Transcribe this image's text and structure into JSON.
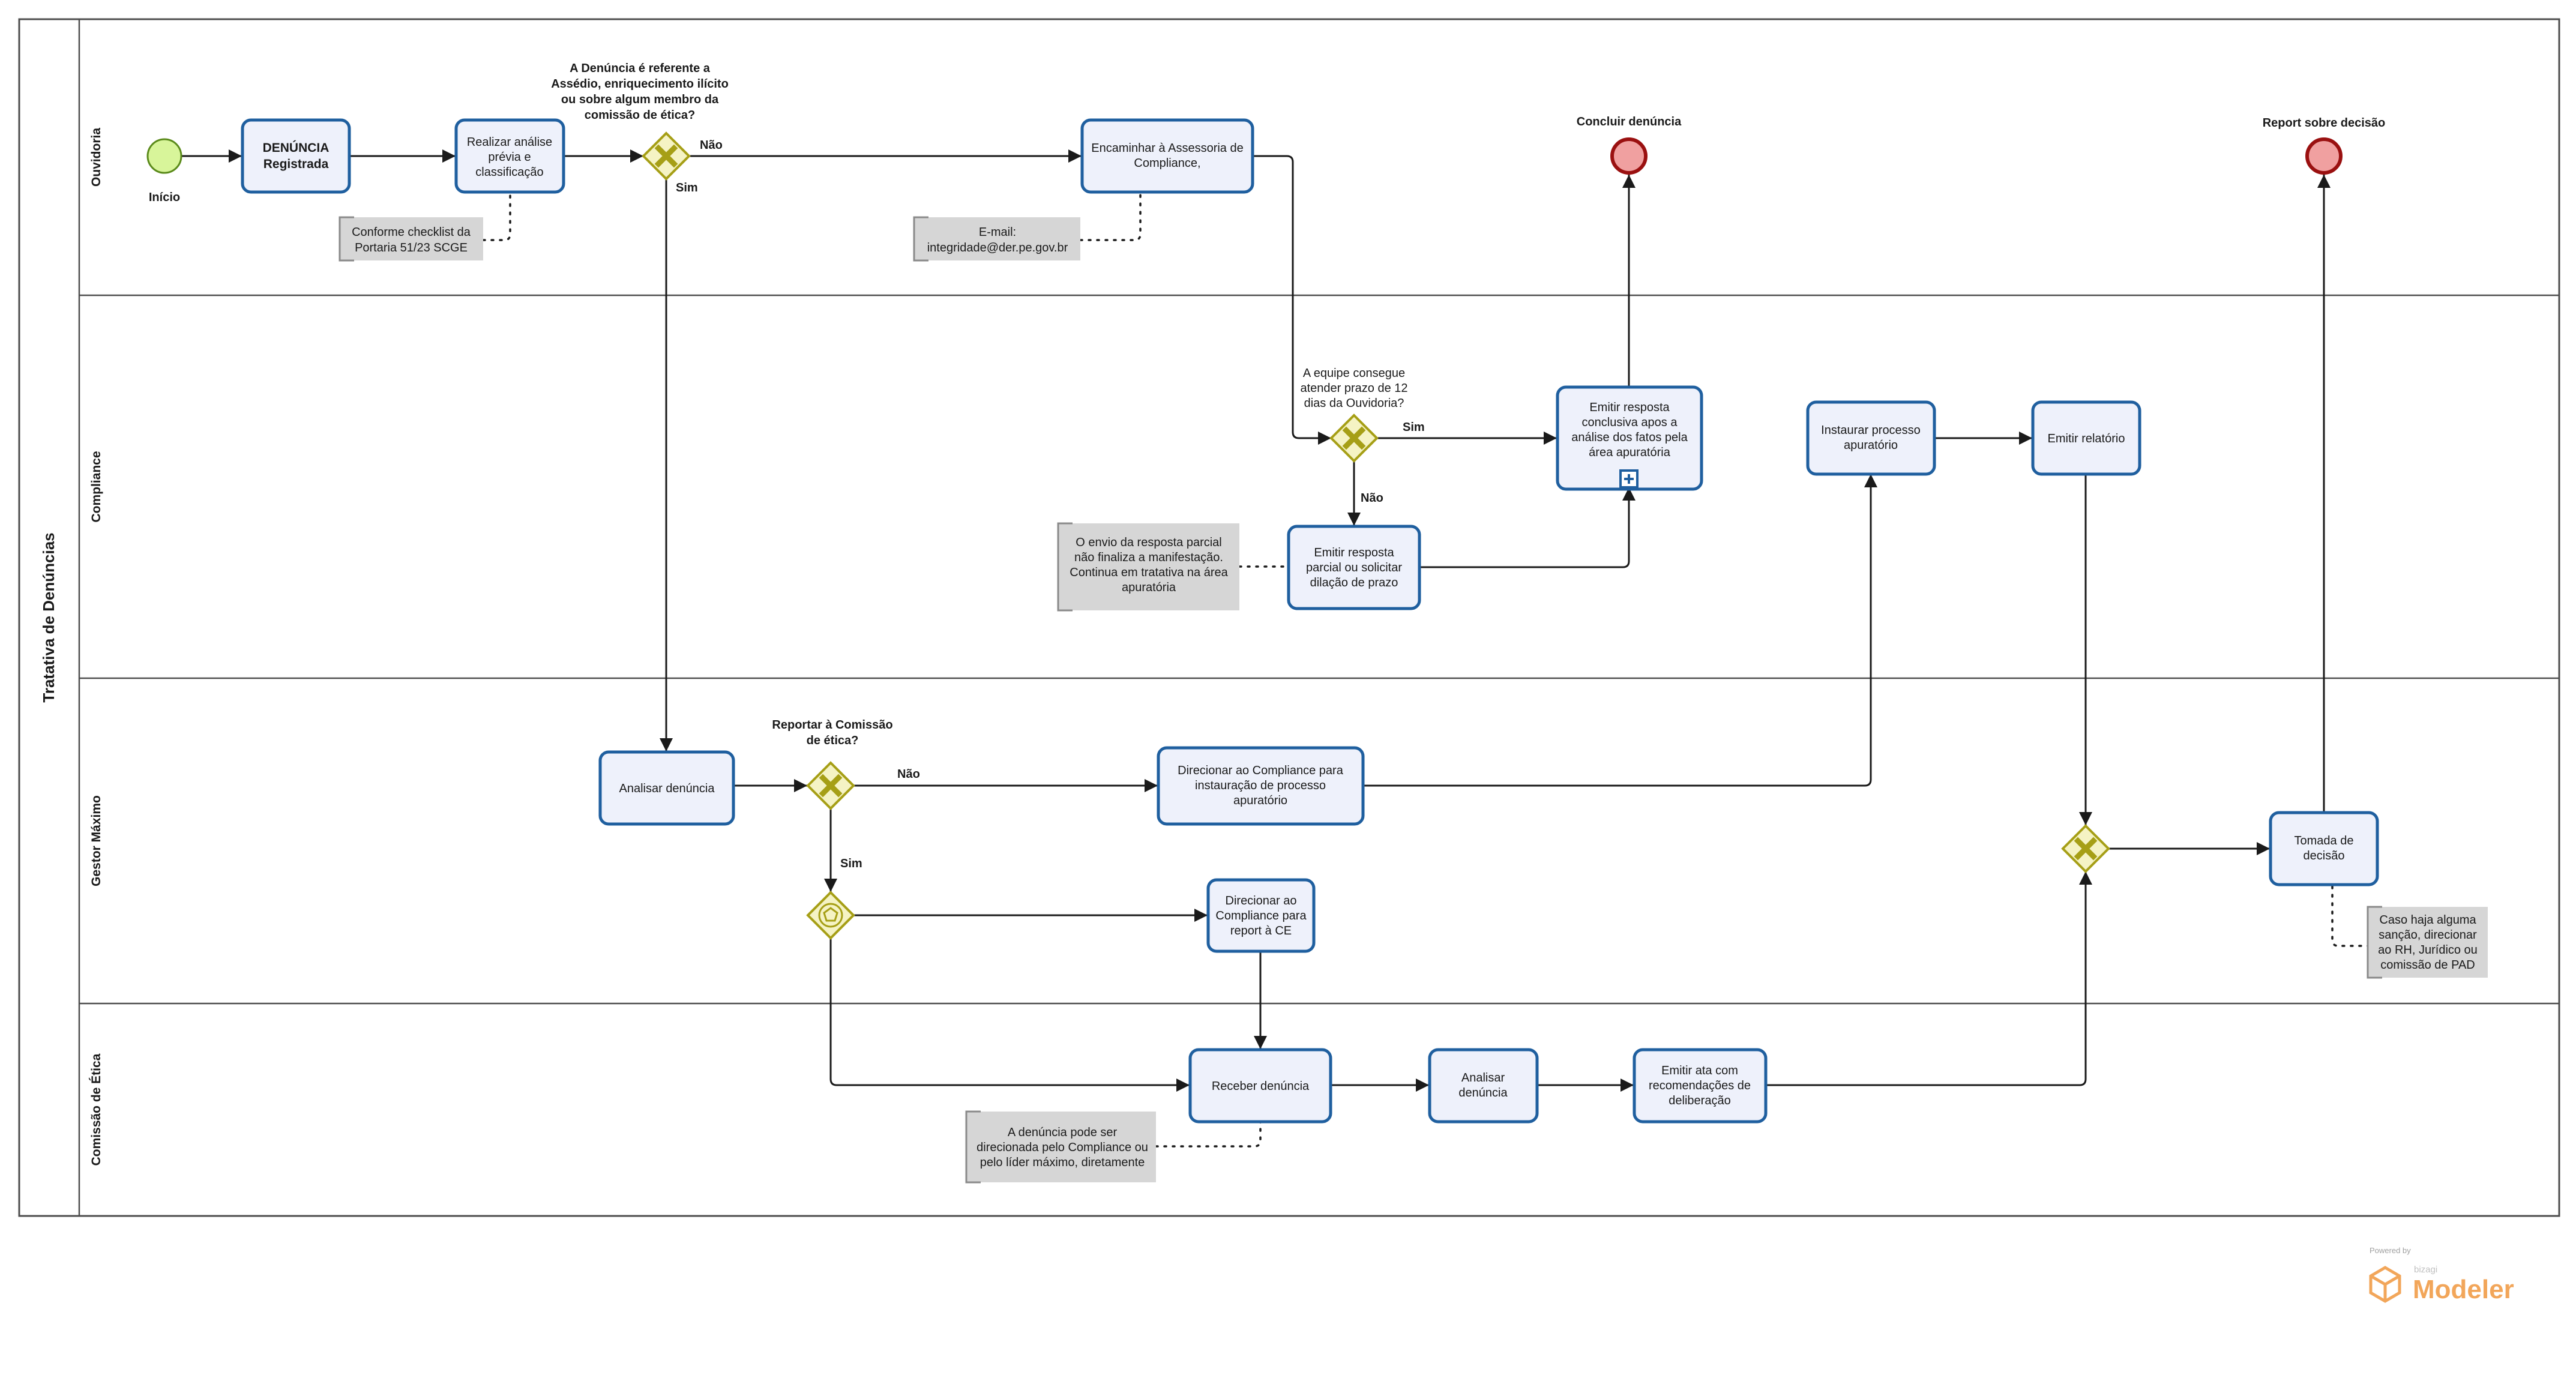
{
  "pool": {
    "title": "Tratativa de Denúncias"
  },
  "lanes": [
    {
      "id": "ouvidoria",
      "label": "Ouvidoria"
    },
    {
      "id": "compliance",
      "label": "Compliance"
    },
    {
      "id": "gestor",
      "label": "Gestor Máximo"
    },
    {
      "id": "etica",
      "label": "Comissão de Ética"
    }
  ],
  "events": {
    "start": {
      "label": "Início",
      "color": "#d8f59a",
      "stroke": "#5a8a1a"
    },
    "end1": {
      "label": "Concluir denúncia",
      "color": "#f0a0a0",
      "stroke": "#9a1010"
    },
    "end2": {
      "label": "Report sobre decisão",
      "color": "#f0a0a0",
      "stroke": "#9a1010"
    }
  },
  "tasks": {
    "t1": [
      "DENÚNCIA",
      "Registrada"
    ],
    "t2": [
      "Realizar análise",
      "prévia e",
      "classificação"
    ],
    "t3": [
      "Encaminhar à Assessoria de",
      "Compliance,"
    ],
    "t4": [
      "Emitir resposta",
      "conclusiva apos a",
      "análise dos fatos pela",
      "área apuratória"
    ],
    "t5": [
      "Emitir resposta",
      "parcial ou solicitar",
      "dilação de prazo"
    ],
    "t6": [
      "Instaurar processo",
      "apuratório"
    ],
    "t7": [
      "Emitir relatório"
    ],
    "t8": [
      "Analisar denúncia"
    ],
    "t9": [
      "Direcionar ao Compliance para",
      "instauração de processo",
      "apuratório"
    ],
    "t10": [
      "Direcionar ao",
      "Compliance para",
      "report à CE"
    ],
    "t11": [
      "Tomada de",
      "decisão"
    ],
    "t12": [
      "Receber denúncia"
    ],
    "t13": [
      "Analisar",
      "denúncia"
    ],
    "t14": [
      "Emitir ata com",
      "recomendações de",
      "deliberação"
    ]
  },
  "gateways": {
    "g1": [
      "A Denúncia é referente a",
      "Assédio, enriquecimento ilícito",
      "ou sobre algum membro da",
      "comissão de ética?"
    ],
    "g2": [
      "A equipe consegue",
      "atender prazo de 12",
      "dias da Ouvidoria?"
    ],
    "g3": [
      "Reportar à Comissão",
      "de ética?"
    ]
  },
  "flow_labels": {
    "g1_no": "Não",
    "g1_yes": "Sim",
    "g2_yes": "Sim",
    "g2_no": "Não",
    "g3_no": "Não",
    "g3_yes": "Sim"
  },
  "notes": {
    "n1": [
      "Conforme checklist da",
      "Portaria 51/23 SCGE"
    ],
    "n2": [
      "E-mail:",
      "integridade@der.pe.gov.br"
    ],
    "n3": [
      "O envio da resposta parcial",
      "não finaliza a manifestação.",
      "Continua em tratativa na área",
      "apuratória"
    ],
    "n4": [
      "Caso haja alguma",
      "sanção, direcionar",
      "ao RH, Jurídico ou",
      "comissão de PAD"
    ],
    "n5": [
      "A denúncia pode ser",
      "direcionada pelo Compliance ou",
      "pelo líder máximo, diretamente"
    ]
  },
  "branding": {
    "powered": "Powered by",
    "brand_small": "bizagi",
    "brand": "Modeler",
    "color": "#f2a65a"
  },
  "colors": {
    "task_fill": "#eef1fb",
    "task_stroke": "#1f5f9f",
    "gateway_fill": "#f5f3c4",
    "gateway_stroke": "#a69f16",
    "note_fill": "#d6d6d6"
  }
}
